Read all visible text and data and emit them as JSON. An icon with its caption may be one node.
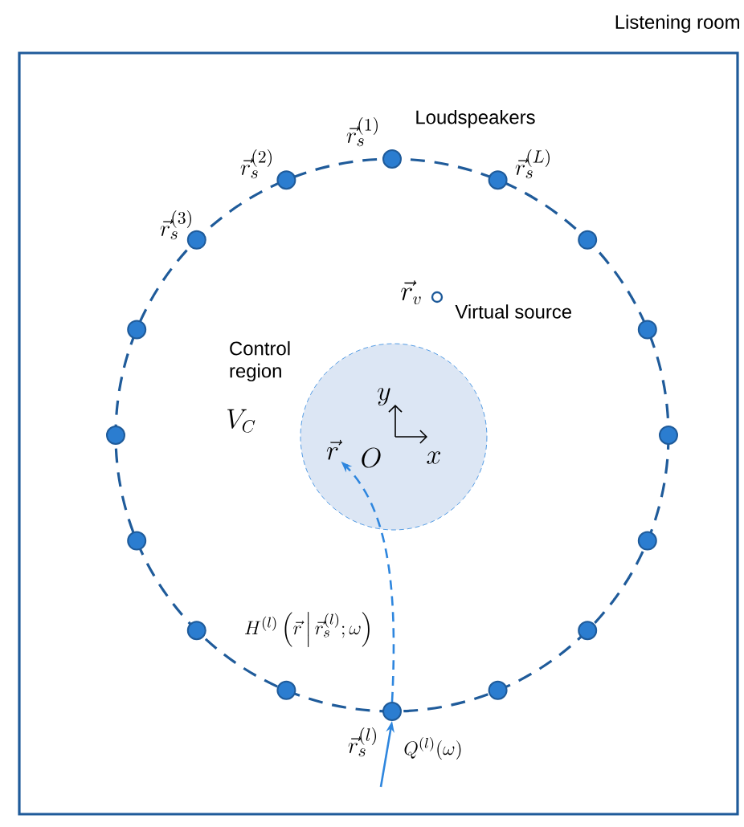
{
  "diagram": {
    "nodes": [
      {
        "text": [
          "Listening room"
        ]
      },
      {
        "text": [
          "Control region"
        ],
        "beside": [
          "V_C"
        ],
        "in": 0
      },
      {
        "text": [
          "\\vec{r}"
        ],
        "in": 1
      },
      {
        "text": [
          "\\vec{r}_v",
          "Virtual source"
        ],
        "in": 0
      },
      {
        "text": [],
        "shape": "circle",
        "beside": [
          "\\vec{r}_s^{(1)}"
        ],
        "in": 0
      },
      {
        "text": [],
        "shape": "circle",
        "beside": [
          "\\vec{r}_s^{(2)}"
        ],
        "in": 0
      },
      {
        "text": [],
        "shape": "circle",
        "beside": [
          "\\vec{r}_s^{(L)}"
        ],
        "in": 0
      },
      {
        "text": [],
        "shape": "circle",
        "beside": [
          "\\vec{r}_s^{(3)}"
        ],
        "in": 0
      },
      {
        "text": [],
        "shape": "circle",
        "in": 0
      },
      {
        "text": [],
        "shape": "circle",
        "in": 0
      },
      {
        "text": [],
        "shape": "circle",
        "in": 0
      },
      {
        "text": [],
        "shape": "circle",
        "in": 0
      },
      {
        "text": [],
        "shape": "circle",
        "in": 0
      },
      {
        "text": [],
        "shape": "circle",
        "in": 0
      },
      {
        "text": [],
        "shape": "circle",
        "in": 0
      },
      {
        "text": [],
        "shape": "circle",
        "in": 0
      },
      {
        "text": [],
        "shape": "circle",
        "in": 0
      },
      {
        "text": [],
        "shape": "circle",
        "in": 0
      },
      {
        "text": [],
        "shape": "circle",
        "in": 0
      },
      {
        "text": [],
        "shape": "circle",
        "beside": [
          "\\vec{r}_s^{(l)}"
        ],
        "in": 0
      }
    ],
    "edges": [
      {
        "from": 19,
        "to": 2,
        "arrow": "to",
        "style": "dashed",
        "label": "H^{(l)}\\left(\\vec{r}\\,\\middle|\\,\\vec{r}_s^{(l)};\\omega\\right)"
      },
      {
        "from": null,
        "to": 19,
        "arrow": "to",
        "label": "Q^{(l)}(\\omega)"
      }
    ],
    "labels": [
      "Loudspeakers",
      "y",
      "O",
      "x"
    ]
  }
}
